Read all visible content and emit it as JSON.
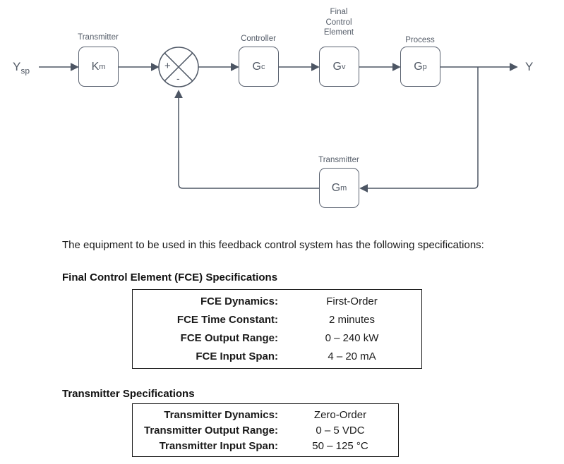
{
  "diagram": {
    "input_label": {
      "main": "Y",
      "sub": "sp"
    },
    "output_label": "Y",
    "sum_plus": "+",
    "sum_minus": "-",
    "blocks": [
      {
        "label": "Transmitter",
        "symbol": "K",
        "sub": "m"
      },
      {
        "label": "Controller",
        "symbol": "G",
        "sub": "c"
      },
      {
        "label": "Final\nControl\nElement",
        "symbol": "G",
        "sub": "v"
      },
      {
        "label": "Process",
        "symbol": "G",
        "sub": "p"
      },
      {
        "label": "Transmitter",
        "symbol": "G",
        "sub": "m"
      }
    ]
  },
  "intro_text": "The equipment to be used in this feedback control system has the following specifications:",
  "fce_section": {
    "heading": "Final Control Element (FCE) Specifications",
    "rows": [
      {
        "label": "FCE Dynamics:",
        "value": "First-Order"
      },
      {
        "label": "FCE Time Constant:",
        "value": "2 minutes"
      },
      {
        "label": "FCE Output Range:",
        "value": "0 – 240 kW"
      },
      {
        "label": "FCE Input Span:",
        "value": "4 – 20 mA"
      }
    ]
  },
  "transmitter_section": {
    "heading": "Transmitter Specifications",
    "rows": [
      {
        "label": "Transmitter Dynamics:",
        "value": "Zero-Order"
      },
      {
        "label": "Transmitter Output Range:",
        "value": "0 – 5 VDC"
      },
      {
        "label": "Transmitter Input Span:",
        "value": "50 – 125 °C"
      }
    ]
  },
  "colors": {
    "line_stroke": "#4d5664",
    "diagram_text": "#545c68",
    "table_border": "#1a1a1a",
    "body_text": "#1a1a1a"
  }
}
